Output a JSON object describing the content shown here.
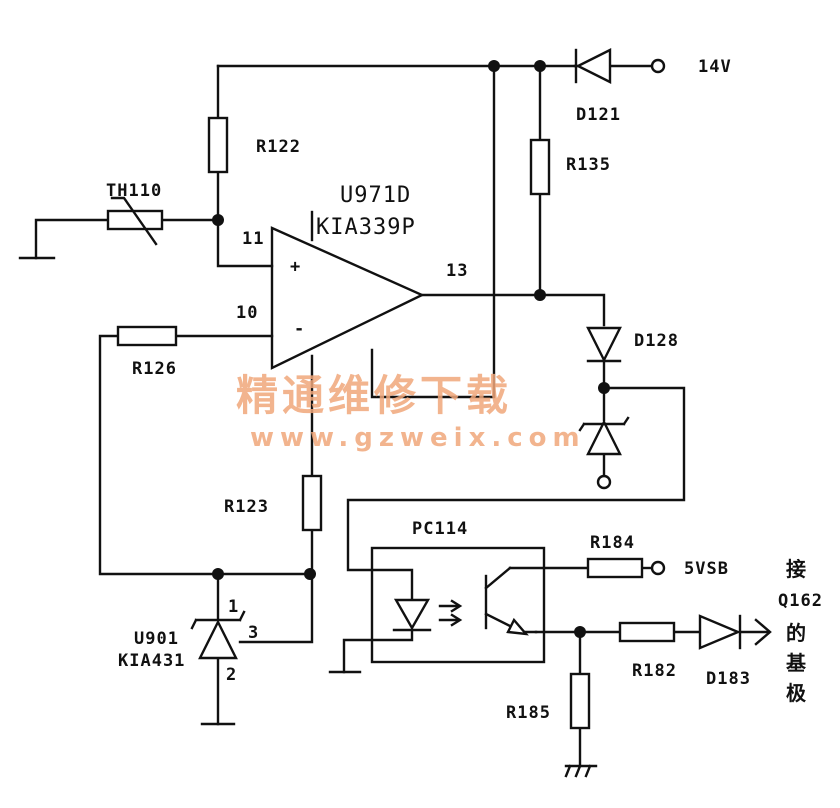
{
  "watermark": {
    "site_name": "精通维修下载",
    "url": "www.gzweix.com"
  },
  "supply": {
    "label": "14V"
  },
  "standby": {
    "label": "5VSB"
  },
  "comparator": {
    "ref": "U971D",
    "part": "KIA339P",
    "pin_plus": "11",
    "pin_minus": "10",
    "pin_out": "13",
    "sign_plus": "+",
    "sign_minus": "-"
  },
  "shunt_reg": {
    "ref": "U901",
    "part": "KIA431",
    "pin1": "1",
    "pin2": "2",
    "pin3": "3"
  },
  "optocoupler": {
    "ref": "PC114"
  },
  "components": {
    "thermistor": "TH110",
    "r122": "R122",
    "r126": "R126",
    "r123": "R123",
    "r135": "R135",
    "r184": "R184",
    "r182": "R182",
    "r185": "R185",
    "d121": "D121",
    "d128": "D128",
    "d183": "D183"
  },
  "note": {
    "line1": "接",
    "line2": "Q162",
    "line3": "的",
    "line4": "基",
    "line5": "极"
  }
}
